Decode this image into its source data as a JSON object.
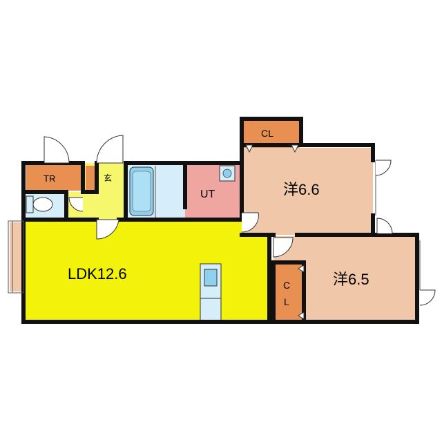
{
  "floorplan": {
    "rooms": {
      "ldk": "LDK12.6",
      "bedroom1": "洋6.6",
      "bedroom2": "洋6.5",
      "utility": "UT",
      "trunk_room": "TR",
      "entrance": "玄",
      "closet_top": "CL",
      "closet_side_c": "C",
      "closet_side_l": "L"
    },
    "colors": {
      "ldk": "#f2f20a",
      "entrance": "#f7f76e",
      "bedroom": "#f0c7a8",
      "closet": "#e88f52",
      "utility": "#f0a6a0",
      "wet_area": "#d6eefa",
      "fixture": "#8fd0ee",
      "wall": "#111111"
    }
  }
}
